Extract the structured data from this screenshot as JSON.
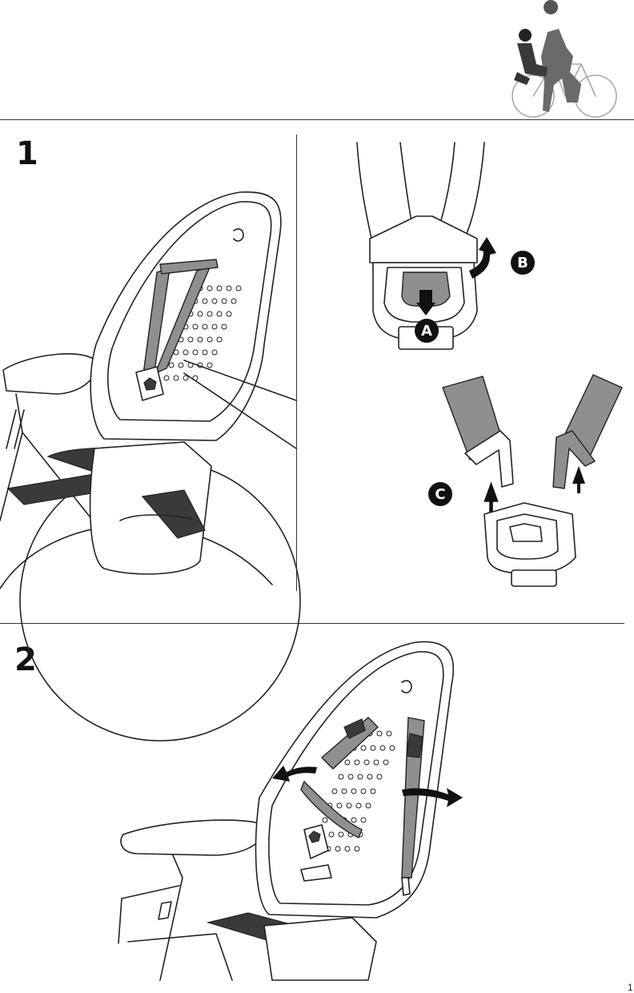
{
  "steps": [
    {
      "number": "1"
    },
    {
      "number": "2"
    }
  ],
  "callouts": {
    "a": "A",
    "b": "B",
    "c": "C"
  },
  "page_number": "1",
  "icons": {
    "header": "cyclist-with-child-seat-icon",
    "logo": "seat-brand-logo-icon"
  },
  "colors": {
    "line": "#222222",
    "strap": "#8f8f8f",
    "background": "#ffffff"
  }
}
